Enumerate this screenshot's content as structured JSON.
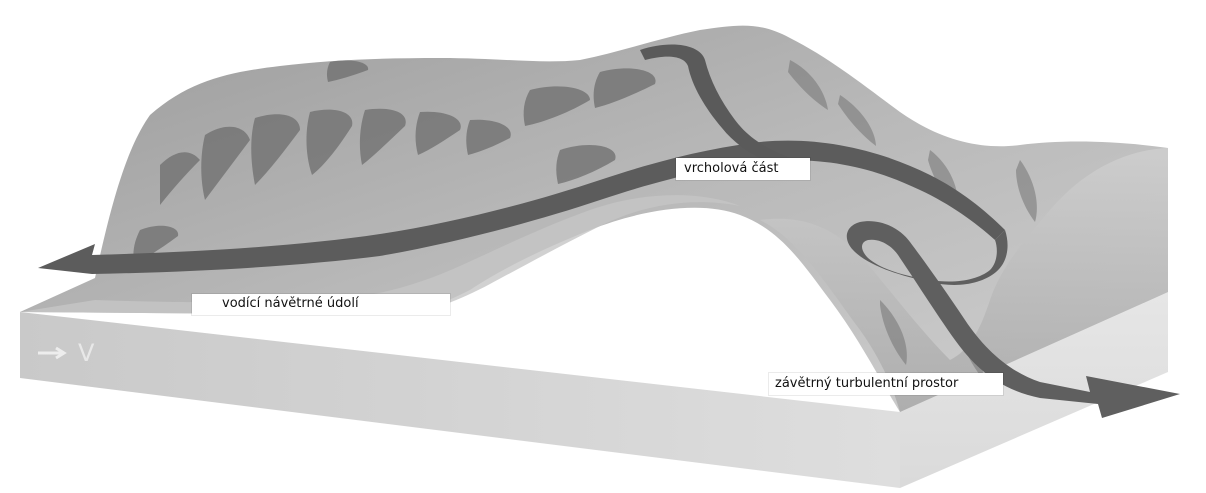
{
  "labels": {
    "valley": "vodící návětrné údolí",
    "summit": "vrcholová část",
    "lee": "závětrný turbulentní prostor"
  },
  "wind_symbol": {
    "letter": "V",
    "icon": "arrow-right-icon"
  },
  "colors": {
    "ridge_light": "#b8b8b8",
    "ridge_dark": "#6e6e6e",
    "block_side": "#d8d8d8",
    "arrow": "#585858"
  }
}
